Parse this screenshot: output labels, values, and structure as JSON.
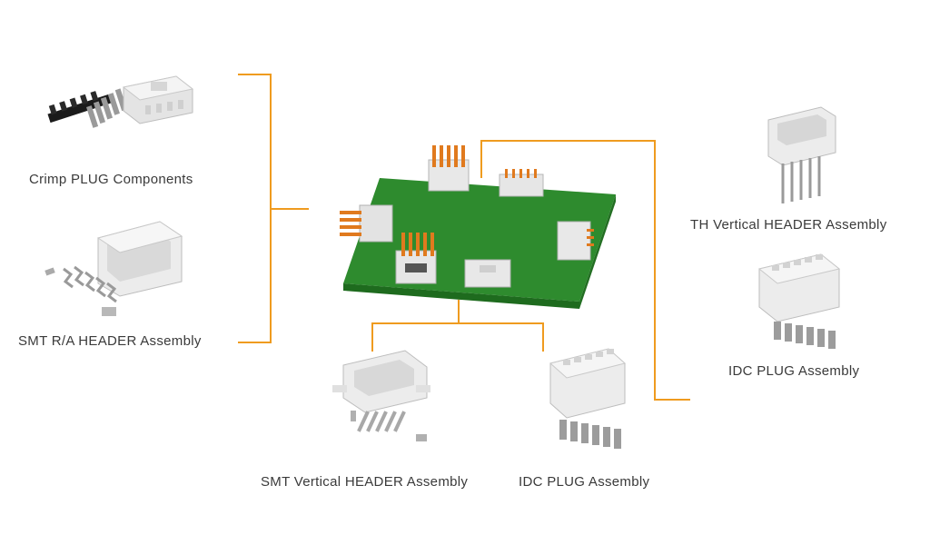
{
  "accent_color": "#ef9b1f",
  "labels": {
    "crimp_plug": "Crimp PLUG Components",
    "smt_ra_header": "SMT R/A HEADER Assembly",
    "smt_vertical_header": "SMT Vertical HEADER Assembly",
    "idc_plug_bottom": "IDC PLUG Assembly",
    "th_vertical_header": "TH Vertical HEADER Assembly",
    "idc_plug_right": "IDC PLUG Assembly"
  },
  "icons": [
    "crimp-plug-components-icon",
    "smt-ra-header-icon",
    "pcb-board-icon",
    "th-vertical-header-icon",
    "idc-plug-icon",
    "smt-vertical-header-icon"
  ]
}
